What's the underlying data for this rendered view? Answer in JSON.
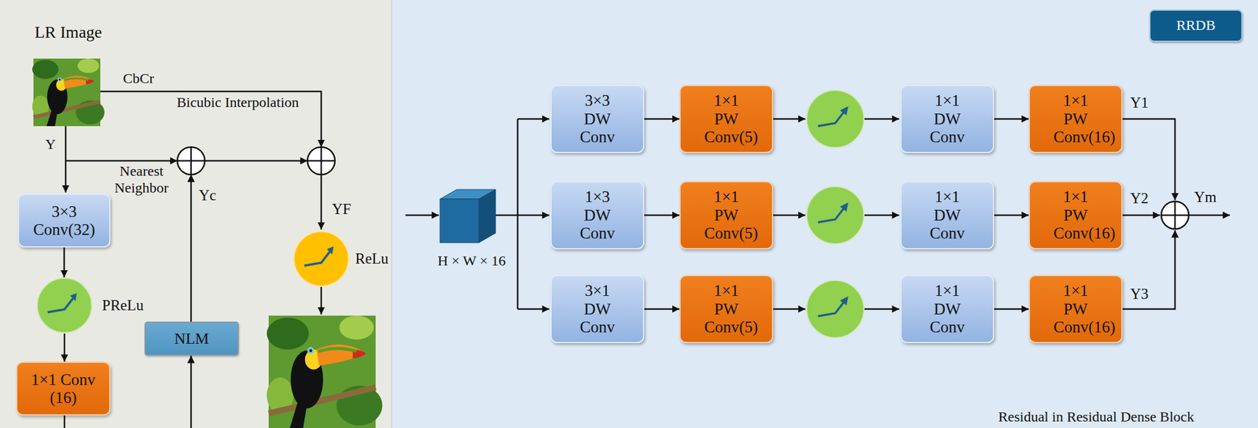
{
  "diagram": {
    "nodes": [
      {
        "text": [
          "3×3 Conv(32)"
        ]
      },
      {
        "text": [
          "PReLu"
        ]
      },
      {
        "text": [
          "1×1 Conv (16)"
        ]
      },
      {
        "text": [
          "NLM"
        ]
      },
      {
        "text": [
          "ReLu"
        ]
      },
      {
        "text": [
          "RRDB"
        ]
      },
      {
        "text": [
          "3×3 DW Conv"
        ]
      },
      {
        "text": [
          "1×1 PW Conv(5)"
        ]
      },
      {
        "text": [
          "1×1 DW Conv"
        ]
      },
      {
        "text": [
          "1×1 PW Conv(16)"
        ]
      },
      {
        "text": [
          "1×3 DW Conv"
        ]
      },
      {
        "text": [
          "1×1 PW Conv(5)"
        ]
      },
      {
        "text": [
          "1×1 DW Conv"
        ]
      },
      {
        "text": [
          "1×1 PW Conv(16)"
        ]
      },
      {
        "text": [
          "3×1 DW Conv"
        ]
      },
      {
        "text": [
          "1×1 PW Conv(5)"
        ]
      },
      {
        "text": [
          "1×1 DW Conv"
        ]
      },
      {
        "text": [
          "1×1 PW Conv(16)"
        ]
      }
    ],
    "edges": [
      {
        "from": 0,
        "to": 1,
        "arrow": "to"
      },
      {
        "from": 1,
        "to": 2,
        "arrow": "to"
      },
      {
        "from": 6,
        "to": 7,
        "arrow": "to"
      },
      {
        "from": 8,
        "to": 9,
        "arrow": "to"
      },
      {
        "from": 10,
        "to": 11,
        "arrow": "to"
      },
      {
        "from": 12,
        "to": 13,
        "arrow": "to"
      },
      {
        "from": 14,
        "to": 15,
        "arrow": "to"
      },
      {
        "from": 16,
        "to": 17,
        "arrow": "to"
      }
    ],
    "labels": [
      "LR Image",
      "CbCr",
      "Bicubic Interpolation",
      "Y",
      "Nearest Neighbor",
      "Yc",
      "YF",
      "H × W × 16",
      "Y1",
      "Y2",
      "Y3",
      "Ym",
      "Residual in Residual Dense Block"
    ]
  }
}
